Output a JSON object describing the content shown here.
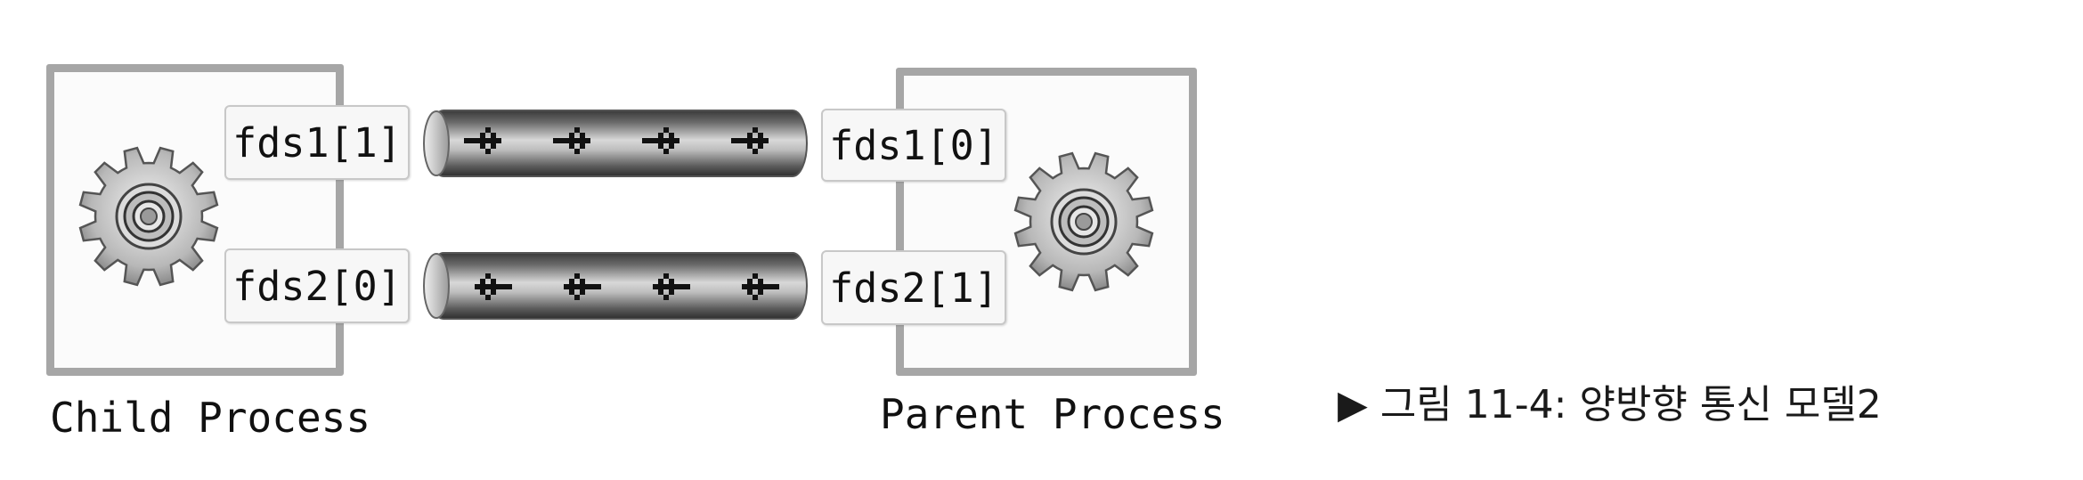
{
  "child": {
    "label": "Child Process",
    "fd_top": "fds1[1]",
    "fd_bottom": "fds2[0]"
  },
  "parent": {
    "label": "Parent Process",
    "fd_top": "fds1[0]",
    "fd_bottom": "fds2[1]"
  },
  "pipes": [
    {
      "name": "fds1",
      "direction": "right"
    },
    {
      "name": "fds2",
      "direction": "left"
    }
  ],
  "caption": "▶ 그림 11-4: 양방향 통신 모델2",
  "colors": {
    "process_border": "#a6a6a6",
    "pipe_dark": "#4a4a4a",
    "pipe_light": "#d9d9d9",
    "arrow": "#111111"
  },
  "icons": {
    "process_icon": "gear-icon",
    "flow_icon": "arrow-icon"
  }
}
